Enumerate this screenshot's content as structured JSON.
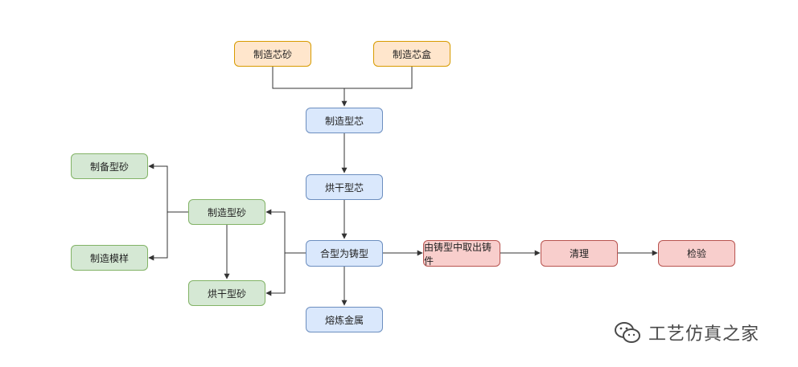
{
  "nodes": {
    "core_sand": "制造芯砂",
    "core_box": "制造芯盒",
    "make_core": "制造型芯",
    "dry_core": "烘干型芯",
    "prep_mold_sand": "制备型砂",
    "make_pattern": "制造模样",
    "make_mold_sand": "制造型砂",
    "dry_mold_sand": "烘干型砂",
    "assemble_mold": "合型为铸型",
    "melt_metal": "熔炼金属",
    "remove_casting": "由铸型中取出铸件",
    "clean": "清理",
    "inspect": "检验"
  },
  "watermark": {
    "text": "工艺仿真之家",
    "icon": "wechat-icon"
  },
  "colors": {
    "orange_fill": "#ffe6cc",
    "blue_fill": "#dae8fc",
    "green_fill": "#d5e8d4",
    "red_fill": "#f8cecc",
    "edge": "#333333"
  }
}
